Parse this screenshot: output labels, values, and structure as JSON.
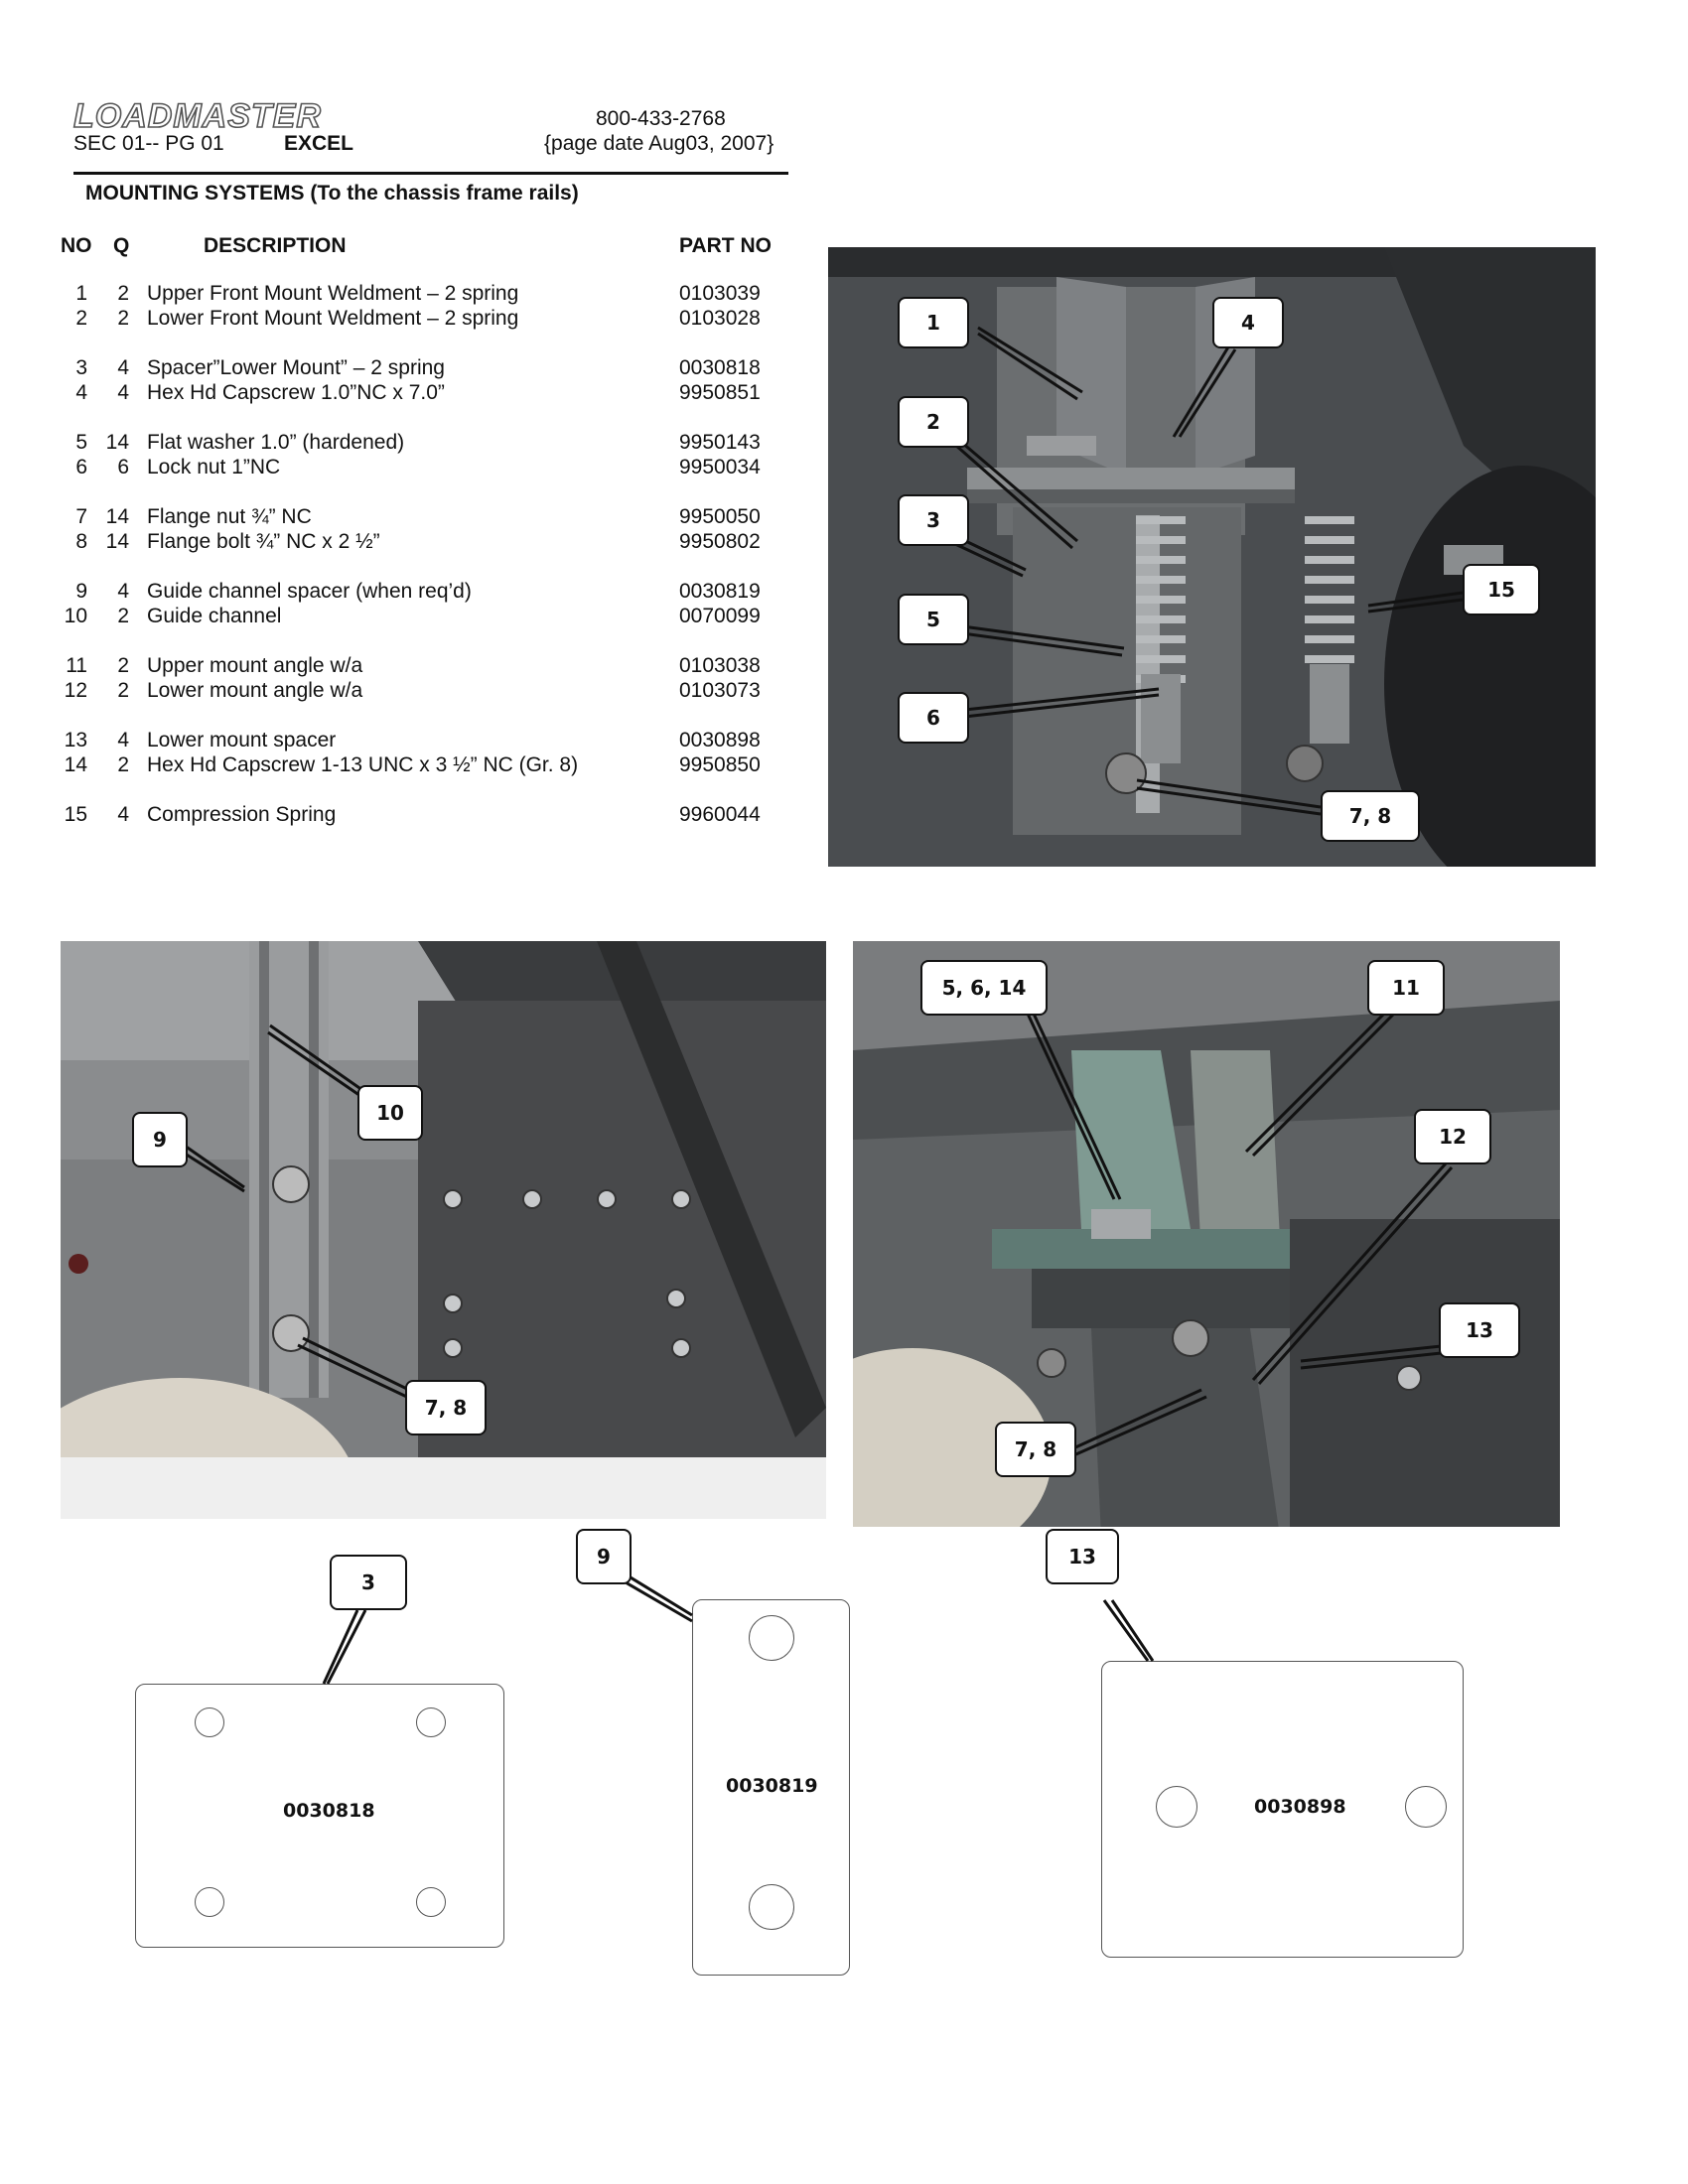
{
  "header": {
    "logo": "LOADMASTER",
    "section": "SEC 01-- PG 01",
    "model": "EXCEL",
    "phone": "800-433-2768",
    "page_date": "{page date Aug03, 2007}"
  },
  "section_title": "MOUNTING SYSTEMS (To the chassis frame rails)",
  "columns": {
    "no": "NO",
    "q": "Q",
    "description": "DESCRIPTION",
    "part_no": "PART NO"
  },
  "parts": [
    {
      "no": "1",
      "q": "2",
      "description": "Upper Front Mount Weldment – 2 spring",
      "part_no": "0103039"
    },
    {
      "no": "2",
      "q": "2",
      "description": "Lower Front Mount Weldment – 2 spring",
      "part_no": "0103028"
    },
    {
      "no": "3",
      "q": "4",
      "description": "Spacer”Lower Mount” – 2 spring",
      "part_no": "0030818"
    },
    {
      "no": "4",
      "q": "4",
      "description": "Hex Hd Capscrew 1.0”NC x 7.0”",
      "part_no": "9950851"
    },
    {
      "no": "5",
      "q": "14",
      "description": "Flat washer 1.0” (hardened)",
      "part_no": "9950143"
    },
    {
      "no": "6",
      "q": "6",
      "description": "Lock nut 1”NC",
      "part_no": "9950034"
    },
    {
      "no": "7",
      "q": "14",
      "description": "Flange nut ¾” NC",
      "part_no": "9950050"
    },
    {
      "no": "8",
      "q": "14",
      "description": "Flange bolt ¾” NC x 2 ½”",
      "part_no": "9950802"
    },
    {
      "no": "9",
      "q": "4",
      "description": "Guide channel spacer (when req’d)",
      "part_no": "0030819"
    },
    {
      "no": "10",
      "q": "2",
      "description": "Guide channel",
      "part_no": "0070099"
    },
    {
      "no": "11",
      "q": "2",
      "description": "Upper mount angle w/a",
      "part_no": "0103038"
    },
    {
      "no": "12",
      "q": "2",
      "description": "Lower mount angle w/a",
      "part_no": "0103073"
    },
    {
      "no": "13",
      "q": "4",
      "description": "Lower mount spacer",
      "part_no": "0030898"
    },
    {
      "no": "14",
      "q": "2",
      "description": "Hex Hd Capscrew 1-13 UNC x 3 ½” NC (Gr. 8)",
      "part_no": "9950850"
    },
    {
      "no": "15",
      "q": "4",
      "description": "Compression Spring",
      "part_no": "9960044"
    }
  ],
  "photo1_callouts": [
    "1",
    "4",
    "2",
    "3",
    "15",
    "5",
    "6",
    "7, 8"
  ],
  "photo2_callouts": [
    "10",
    "9",
    "7, 8"
  ],
  "photo3_callouts": [
    "5, 6, 14",
    "11",
    "12",
    "13",
    "7, 8"
  ],
  "drawings": [
    {
      "callout": "3",
      "label": "0030818"
    },
    {
      "callout": "9",
      "label": "0030819"
    },
    {
      "callout": "13",
      "label": "0030898"
    }
  ]
}
